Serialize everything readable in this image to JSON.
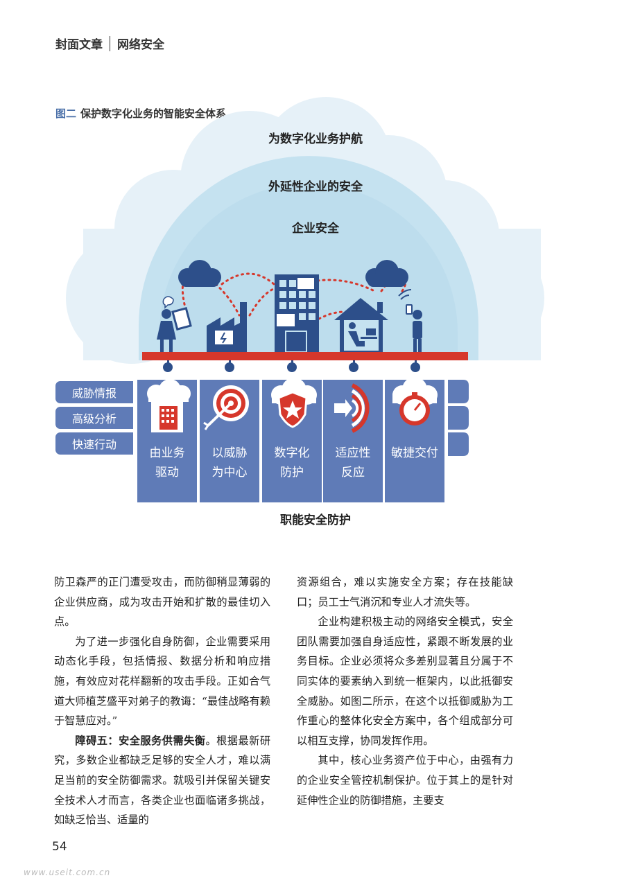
{
  "header": {
    "section": "封面文章",
    "topic": "网络安全"
  },
  "figure": {
    "label": "图二",
    "caption": "保护数字化业务的智能安全体系",
    "top_label": "为数字化业务护航",
    "middle_label": "外延性企业的安全",
    "inner_label": "企业安全",
    "bottom_label": "职能安全防护",
    "side_tabs": [
      "威胁情报",
      "高级分析",
      "快速行动"
    ],
    "columns": [
      {
        "line1": "由业务",
        "line2": "驱动",
        "icon": "factory-icon"
      },
      {
        "line1": "以威胁",
        "line2": "为中心",
        "icon": "target-arrow-icon"
      },
      {
        "line1": "数字化",
        "line2": "防护",
        "icon": "shield-star-icon"
      },
      {
        "line1": "适应性",
        "line2": "反应",
        "icon": "arrow-target-icon"
      },
      {
        "line1": "敏捷交付",
        "line2": "",
        "icon": "stopwatch-icon"
      }
    ],
    "colors": {
      "blue": "#5f7bb7",
      "red": "#d6372b",
      "cloud_outer": "#e6f1f8",
      "cloud_inner": "#c5e2f0",
      "dark_blue": "#2d4f8a"
    }
  },
  "body": {
    "left": {
      "p1": "防卫森严的正门遭受攻击，而防御稍显薄弱的企业供应商，成为攻击开始和扩散的最佳切入点。",
      "p2": "为了进一步强化自身防御，企业需要采用动态化手段，包括情报、数据分析和响应措施，有效应对花样翻新的攻击手段。正如合气道大师植芝盛平对弟子的教诲：“最佳战略有赖于智慧应对。”",
      "p3_bold": "障碍五：安全服务供需失衡",
      "p3": "。根据最新研究，多数企业都缺乏足够的安全人才，难以满足当前的安全防御需求。就吸引并保留关键安全技术人才而言，各类企业也面临诸多挑战，如缺乏恰当、适量的"
    },
    "right": {
      "p1": "资源组合，难以实施安全方案；存在技能缺口；员工士气消沉和专业人才流失等。",
      "p2": "企业构建积极主动的网络安全模式，安全团队需要加强自身适应性，紧跟不断发展的业务目标。企业必须将众多差别显著且分属于不同实体的要素纳入到统一框架内，以此抵御安全威胁。如图二所示，在这个以抵御威胁为工作重心的整体化安全方案中，各个组成部分可以相互支撑，协同发挥作用。",
      "p3": "其中，核心业务资产位于中心，由强有力的企业安全管控机制保护。位于其上的是针对延伸性企业的防御措施，主要支"
    }
  },
  "page_number": "54",
  "watermark": "www.useit.com.cn"
}
